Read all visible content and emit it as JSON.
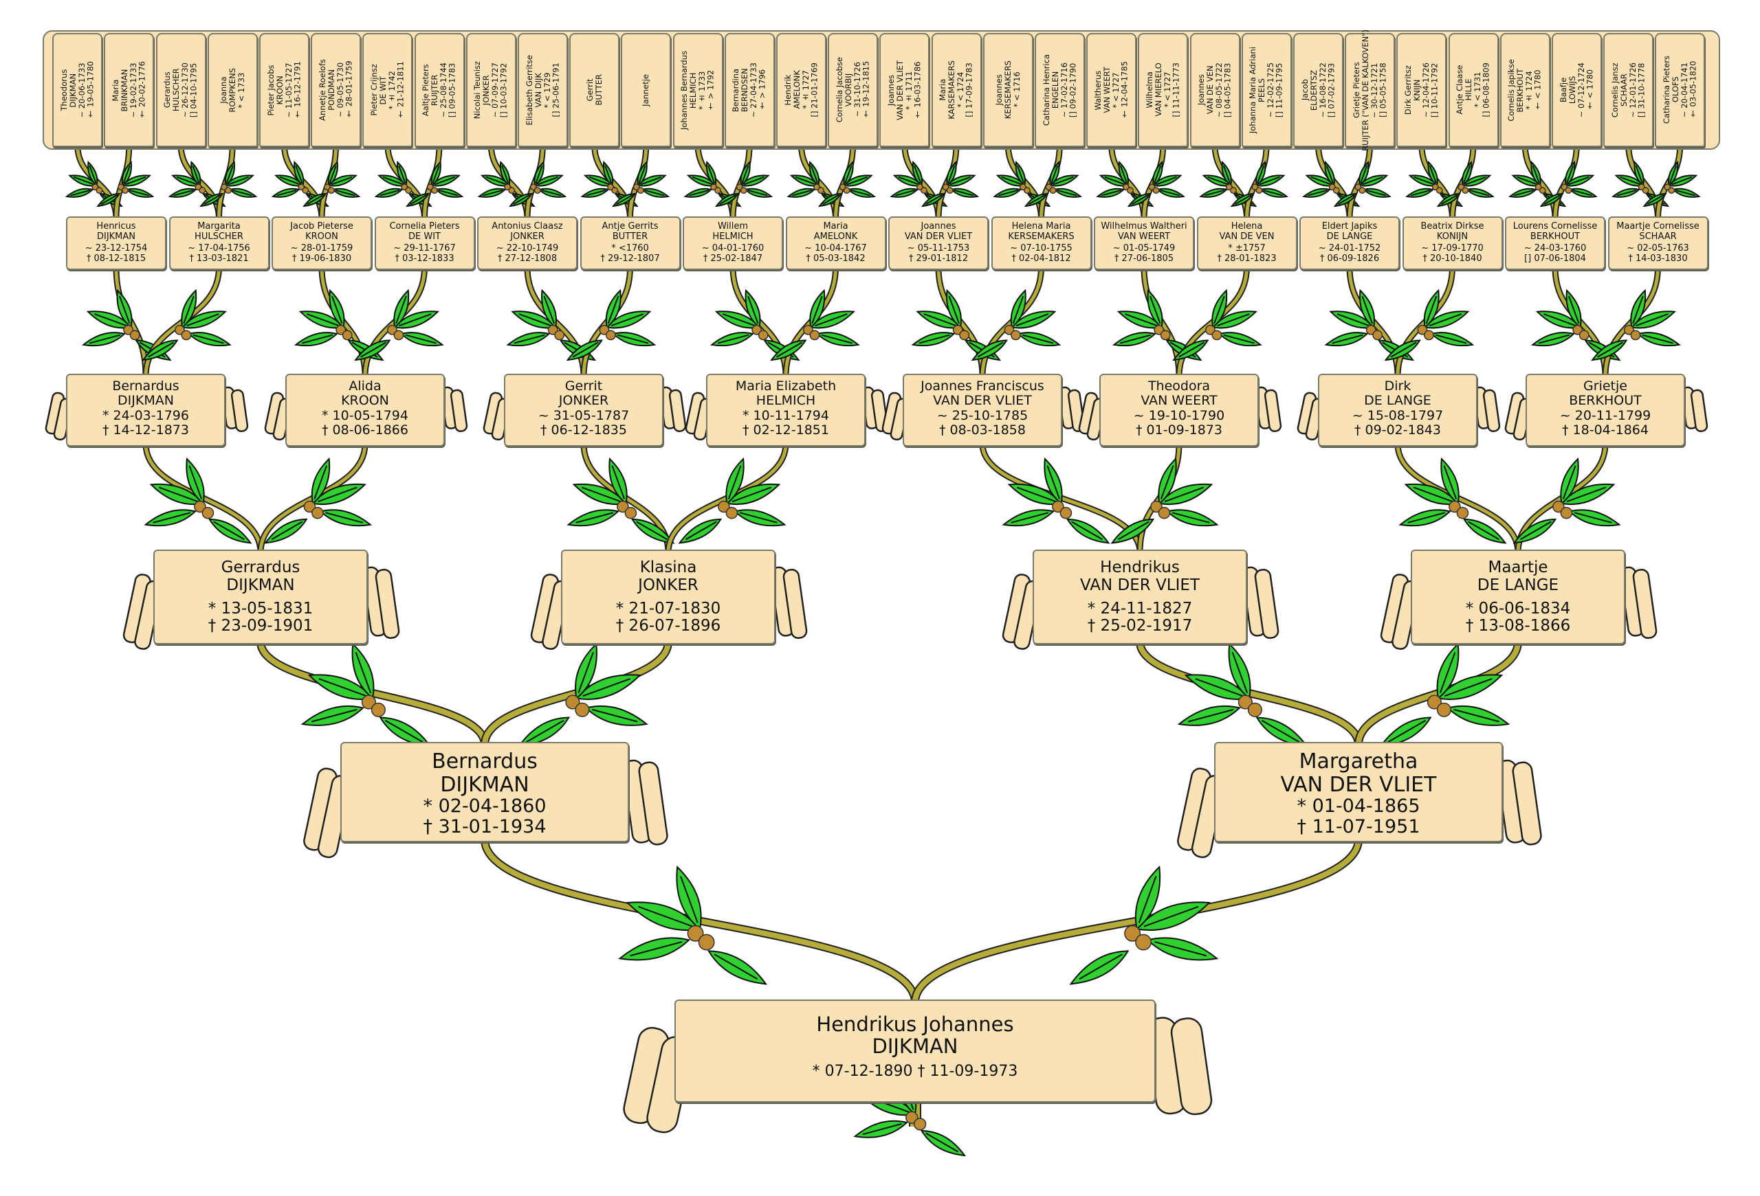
{
  "colors": {
    "parchment": "#f8e2b6",
    "leaf": "#2fd02f",
    "stem": "#b6ac3a",
    "berry": "#c08a30",
    "outline": "#222222"
  },
  "root": {
    "first": "Hendrikus Johannes",
    "last": "DIJKMAN",
    "dates": "* 07-12-1890 † 11-09-1973"
  },
  "gen1": [
    {
      "first": "Bernardus",
      "last": "DIJKMAN",
      "d1": "* 02-04-1860",
      "d2": "† 31-01-1934"
    },
    {
      "first": "Margaretha",
      "last": "VAN DER VLIET",
      "d1": "* 01-04-1865",
      "d2": "† 11-07-1951"
    }
  ],
  "gen2": [
    {
      "first": "Gerrardus",
      "last": "DIJKMAN",
      "d1": "* 13-05-1831",
      "d2": "† 23-09-1901"
    },
    {
      "first": "Klasina",
      "last": "JONKER",
      "d1": "* 21-07-1830",
      "d2": "† 26-07-1896"
    },
    {
      "first": "Hendrikus",
      "last": "VAN DER VLIET",
      "d1": "* 24-11-1827",
      "d2": "† 25-02-1917"
    },
    {
      "first": "Maartje",
      "last": "DE LANGE",
      "d1": "* 06-06-1834",
      "d2": "† 13-08-1866"
    }
  ],
  "gen3": [
    {
      "first": "Bernardus",
      "last": "DIJKMAN",
      "d1": "* 24-03-1796",
      "d2": "† 14-12-1873"
    },
    {
      "first": "Alida",
      "last": "KROON",
      "d1": "* 10-05-1794",
      "d2": "† 08-06-1866"
    },
    {
      "first": "Gerrit",
      "last": "JONKER",
      "d1": "~ 31-05-1787",
      "d2": "† 06-12-1835"
    },
    {
      "first": "Maria Elizabeth",
      "last": "HELMICH",
      "d1": "* 10-11-1794",
      "d2": "† 02-12-1851"
    },
    {
      "first": "Joannes Franciscus",
      "last": "VAN DER VLIET",
      "d1": "~ 25-10-1785",
      "d2": "† 08-03-1858"
    },
    {
      "first": "Theodora",
      "last": "VAN WEERT",
      "d1": "~ 19-10-1790",
      "d2": "† 01-09-1873"
    },
    {
      "first": "Dirk",
      "last": "DE LANGE",
      "d1": "~ 15-08-1797",
      "d2": "† 09-02-1843"
    },
    {
      "first": "Grietje",
      "last": "BERKHOUT",
      "d1": "~ 20-11-1799",
      "d2": "† 18-04-1864"
    }
  ],
  "gen4": [
    {
      "first": "Henricus",
      "last": "DIJKMAN",
      "d1": "~ 23-12-1754",
      "d2": "† 08-12-1815"
    },
    {
      "first": "Margarita",
      "last": "HULSCHER",
      "d1": "~ 17-04-1756",
      "d2": "† 13-03-1821"
    },
    {
      "first": "Jacob Pieterse",
      "last": "KROON",
      "d1": "~ 28-01-1759",
      "d2": "† 19-06-1830"
    },
    {
      "first": "Cornelia Pieters",
      "last": "DE WIT",
      "d1": "~ 29-11-1767",
      "d2": "† 03-12-1833"
    },
    {
      "first": "Antonius Claasz",
      "last": "JONKER",
      "d1": "~ 22-10-1749",
      "d2": "† 27-12-1808"
    },
    {
      "first": "Antje Gerrits",
      "last": "BUTTER",
      "d1": "* <1760",
      "d2": "† 29-12-1807"
    },
    {
      "first": "Willem",
      "last": "HELMICH",
      "d1": "~ 04-01-1760",
      "d2": "† 25-02-1847"
    },
    {
      "first": "Maria",
      "last": "AMELONK",
      "d1": "~ 10-04-1767",
      "d2": "† 05-03-1842"
    },
    {
      "first": "Joannes",
      "last": "VAN DER VLIET",
      "d1": "~ 05-11-1753",
      "d2": "† 29-01-1812"
    },
    {
      "first": "Helena Maria",
      "last": "KERSEMAKERS",
      "d1": "~ 07-10-1755",
      "d2": "† 02-04-1812"
    },
    {
      "first": "Wilhelmus Waltheri",
      "last": "VAN WEERT",
      "d1": "~ 01-05-1749",
      "d2": "† 27-06-1805"
    },
    {
      "first": "Helena",
      "last": "VAN DE VEN",
      "d1": "* ±1757",
      "d2": "† 28-01-1823"
    },
    {
      "first": "Eldert Japiks",
      "last": "DE LANGE",
      "d1": "~ 24-01-1752",
      "d2": "† 06-09-1826"
    },
    {
      "first": "Beatrix Dirkse",
      "last": "KONIJN",
      "d1": "~ 17-09-1770",
      "d2": "† 20-10-1840"
    },
    {
      "first": "Lourens Cornelisse",
      "last": "BERKHOUT",
      "d1": "~ 24-03-1760",
      "d2": "[] 07-06-1804"
    },
    {
      "first": "Maartje Cornelisse",
      "last": "SCHAAR",
      "d1": "~ 02-05-1763",
      "d2": "† 14-03-1830"
    }
  ],
  "gen5": [
    {
      "first": "Theodorus",
      "last": "DIJKMAN",
      "d1": "~ 20-06-1733",
      "d2": "† 19-05-1780"
    },
    {
      "first": "Maria",
      "last": "BRINKMAN",
      "d1": "~ 19-02-1733",
      "d2": "† 20-02-1776"
    },
    {
      "first": "Gerardus",
      "last": "HULSCHER",
      "d1": "~ 26-12-1730",
      "d2": "[] 04-10-1795"
    },
    {
      "first": "Joanna",
      "last": "ROMPKENS",
      "d1": "* < 1733",
      "d2": ""
    },
    {
      "first": "Pieter Jacobs",
      "last": "KROON",
      "d1": "~ 11-05-1727",
      "d2": "† 16-12-1791"
    },
    {
      "first": "Annetje Roelofs",
      "last": "PONDMAN",
      "d1": "~ 09-05-1730",
      "d2": "† 28-01-1759"
    },
    {
      "first": "Pieter Crijnsz",
      "last": "DE WIT",
      "d1": "* ± 1742",
      "d2": "† 21-12-1811"
    },
    {
      "first": "Aaltje Pieters",
      "last": "RUIJTER",
      "d1": "~ 25-08-1744",
      "d2": "[] 09-05-1783"
    },
    {
      "first": "Nicolai Teunisz",
      "last": "JONKER",
      "d1": "~ 07-09-1727",
      "d2": "[] 10-03-1792"
    },
    {
      "first": "Elisabeth Gerritse",
      "last": "VAN DIJK",
      "d1": "* < 1729",
      "d2": "[] 25-06-1791"
    },
    {
      "first": "Gerrit",
      "last": "BUTTER",
      "d1": "",
      "d2": ""
    },
    {
      "first": "Jannetje",
      "last": "",
      "d1": "",
      "d2": ""
    },
    {
      "first": "Johannes Bernardus",
      "last": "HELMICH",
      "d1": "* ± 1733",
      "d2": "† > 1792"
    },
    {
      "first": "Bernardina",
      "last": "BERNDSEN",
      "d1": "~ 27-04-1733",
      "d2": "† > 1796"
    },
    {
      "first": "Hendrik",
      "last": "AMELONK",
      "d1": "* ± 1727",
      "d2": "[] 21-01-1769"
    },
    {
      "first": "Cornelia Jacobse",
      "last": "VOORBIJ",
      "d1": "~ 31-10-1726",
      "d2": "† 19-12-1815"
    },
    {
      "first": "Joannes",
      "last": "VAN DER VLIET",
      "d1": "* ± 1711",
      "d2": "† 16-03-1786"
    },
    {
      "first": "Maria",
      "last": "KARSEMAKERS",
      "d1": "* < 1724",
      "d2": "[] 17-09-1783"
    },
    {
      "first": "Joannes",
      "last": "KERSEMAKERS",
      "d1": "* < 1716",
      "d2": ""
    },
    {
      "first": "Catharina Henrica",
      "last": "ENGELEN",
      "d1": "~ 17-02-1716",
      "d2": "[] 09-02-1790"
    },
    {
      "first": "Waltherus",
      "last": "VAN WEERT",
      "d1": "* < 1727",
      "d2": "† 12-04-1785"
    },
    {
      "first": "Wilhelma",
      "last": "VAN MIERELO",
      "d1": "* < 1727",
      "d2": "[] 11-11-1773"
    },
    {
      "first": "Joannes",
      "last": "VAN DE VEN",
      "d1": "~ 08-05-1722",
      "d2": "[] 04-05-1783"
    },
    {
      "first": "Johanna Maria Adriani",
      "last": "PEELS",
      "d1": "~ 12-02-1725",
      "d2": "[] 11-09-1795"
    },
    {
      "first": "Jacob",
      "last": "ELDERTSZ",
      "d1": "~ 16-08-1722",
      "d2": "[] 07-02-1793"
    },
    {
      "first": "Grietje Pieters",
      "last": "RUIJTER (\"VAN DE KALKOVEN\")",
      "d1": "~ 30-12-1721",
      "d2": "[] 05-05-1758"
    },
    {
      "first": "Dirk Gerritsz",
      "last": "KNIJN",
      "d1": "~ 12-04-1726",
      "d2": "[] 10-11-1792"
    },
    {
      "first": "Antje Claase",
      "last": "HILLE",
      "d1": "* < 1731",
      "d2": "[] 06-08-1809"
    },
    {
      "first": "Cornelis Japikse",
      "last": "BERKHOUT",
      "d1": "* ± 1724",
      "d2": "† < 1780"
    },
    {
      "first": "Baafje",
      "last": "LOWIJS",
      "d1": "~ 07-12-1724",
      "d2": "† < 1780"
    },
    {
      "first": "Cornelis Jansz",
      "last": "SCHAAR",
      "d1": "~ 12-01-1726",
      "d2": "[] 31-10-1778"
    },
    {
      "first": "Catharina Pieters",
      "last": "OLOFS",
      "d1": "~ 20-04-1741",
      "d2": "† 03-05-1820"
    }
  ]
}
